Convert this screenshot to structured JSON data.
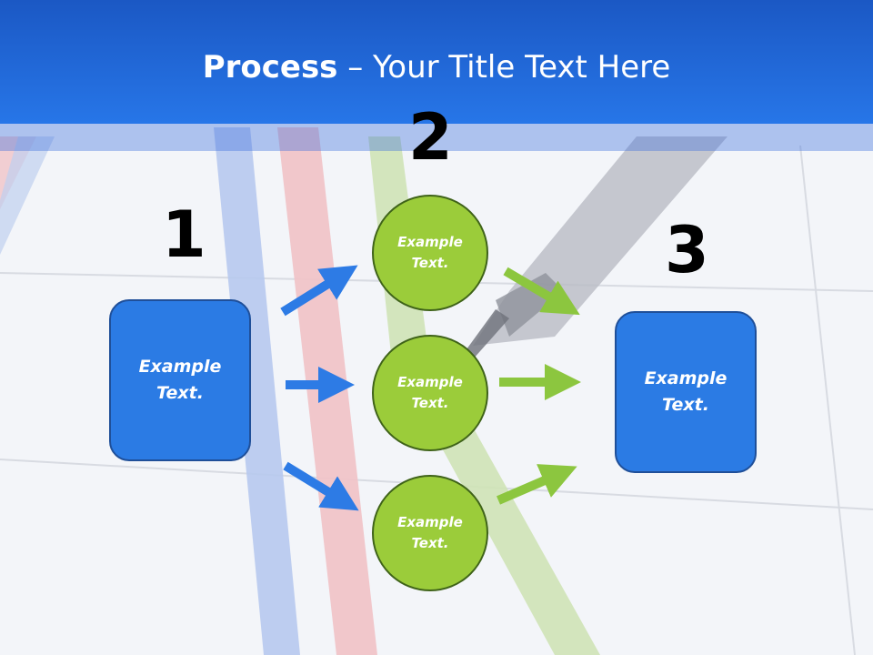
{
  "slide": {
    "title_bold": "Process",
    "title_rest": " – Your Title Text Here",
    "step_numbers": [
      "1",
      "2",
      "3"
    ],
    "left_box": "Example Text.",
    "circles": [
      "Example Text.",
      "Example Text.",
      "Example Text."
    ],
    "right_box": "Example Text."
  },
  "colors": {
    "header": "#2776e8",
    "box_fill": "#2b7be4",
    "circle_fill": "#9bcc3a",
    "arrow_blue": "#2d7be5",
    "arrow_green": "#8cc63f"
  }
}
